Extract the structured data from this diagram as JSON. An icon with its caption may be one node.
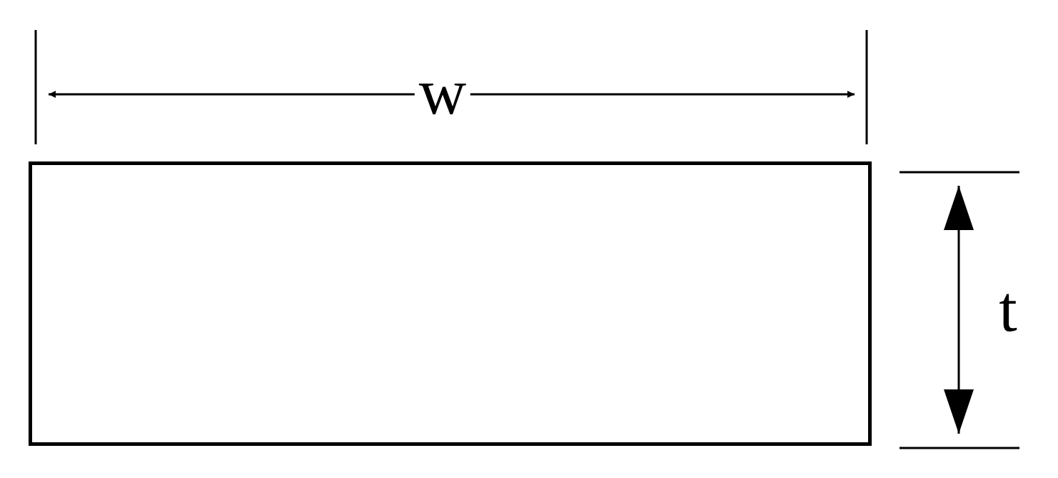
{
  "diagram": {
    "nodes": [
      {
        "text": [],
        "shape": "box"
      }
    ],
    "labels": [
      "w",
      "t"
    ]
  }
}
